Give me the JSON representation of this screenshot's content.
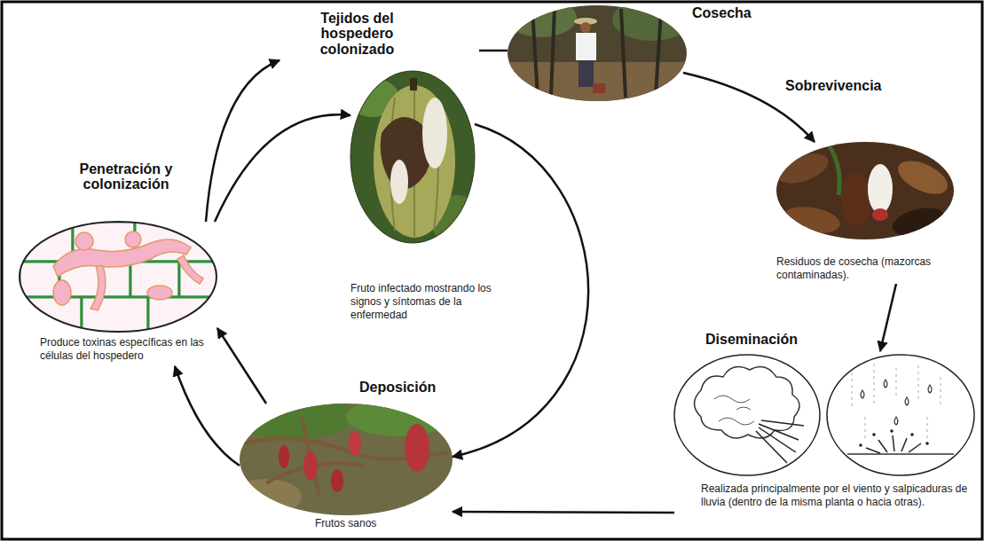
{
  "diagram": {
    "nodes": [
      {
        "text": [
          "Penetración y colonización",
          "Produce toxinas específicas en las células del hospedero"
        ]
      },
      {
        "text": [
          "Tejidos del hospedero colonizado",
          "Fruto infectado mostrando los signos y síntomas de la enfermedad"
        ]
      },
      {
        "text": [
          "Cosecha"
        ]
      },
      {
        "text": [
          "Sobrevivencia",
          "Residuos de cosecha (mazorcas contaminadas)."
        ]
      },
      {
        "text": [
          "Diseminación",
          "Realizada principalmente por el viento y salpicaduras de lluvia (dentro de la misma planta o hacia otras)."
        ]
      },
      {
        "text": [
          "Deposición",
          "Frutos sanos"
        ]
      }
    ],
    "edges": [
      {
        "from": 0,
        "to": 1,
        "arrow": "to"
      },
      {
        "from": 0,
        "to": 1,
        "arrow": "to"
      },
      {
        "from": 1,
        "to": 2,
        "arrow": "none"
      },
      {
        "from": 2,
        "to": 3,
        "arrow": "to"
      },
      {
        "from": 3,
        "to": 4,
        "arrow": "to"
      },
      {
        "from": 4,
        "to": 5,
        "arrow": "to"
      },
      {
        "from": 1,
        "to": 5,
        "arrow": "to"
      },
      {
        "from": 5,
        "to": 0,
        "arrow": "to"
      },
      {
        "from": 5,
        "to": 0,
        "arrow": "to"
      }
    ]
  }
}
